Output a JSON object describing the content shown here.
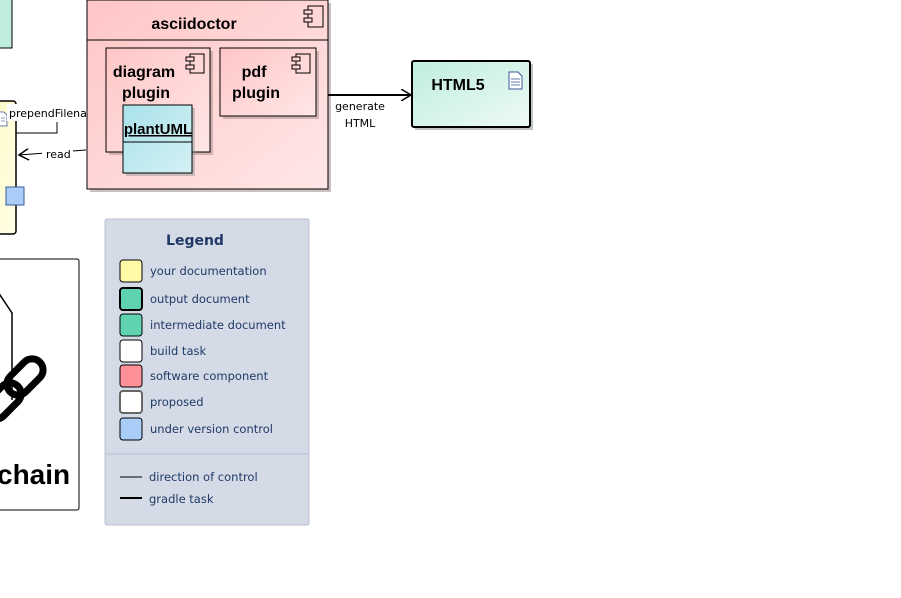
{
  "components": {
    "asciidoctor": "asciidoctor",
    "diagram_plugin_line1": "diagram",
    "diagram_plugin_line2": "plugin",
    "pdf_plugin_line1": "pdf",
    "pdf_plugin_line2": "plugin",
    "plantuml": "plantUML",
    "html5": "HTML5",
    "chain_partial": "chain"
  },
  "connectors": {
    "generate_line1": "generate",
    "generate_line2": "HTML",
    "read": "read",
    "prepend": "prependFilename"
  },
  "legend": {
    "title": "Legend",
    "items": [
      {
        "label": "your documentation",
        "color": "#fffaa8"
      },
      {
        "label": "output document",
        "color": "#5fd3b0"
      },
      {
        "label": "intermediate document",
        "color": "#5fd3b0"
      },
      {
        "label": "build task",
        "color": "#ffffff"
      },
      {
        "label": "software component",
        "color": "#ff8f99"
      },
      {
        "label": "proposed",
        "color": "#ffffff"
      },
      {
        "label": "under version control",
        "color": "#a9cdf7"
      }
    ],
    "lines": [
      {
        "label": "direction of control"
      },
      {
        "label": "gradle task"
      }
    ]
  },
  "colors": {
    "component_fill": "#ffd2d2",
    "output_fill": "#c9efe1",
    "plantuml_fill": "#b8e6ec",
    "legend_bg": "#d5dae7",
    "legend_text": "#1f3a66"
  }
}
